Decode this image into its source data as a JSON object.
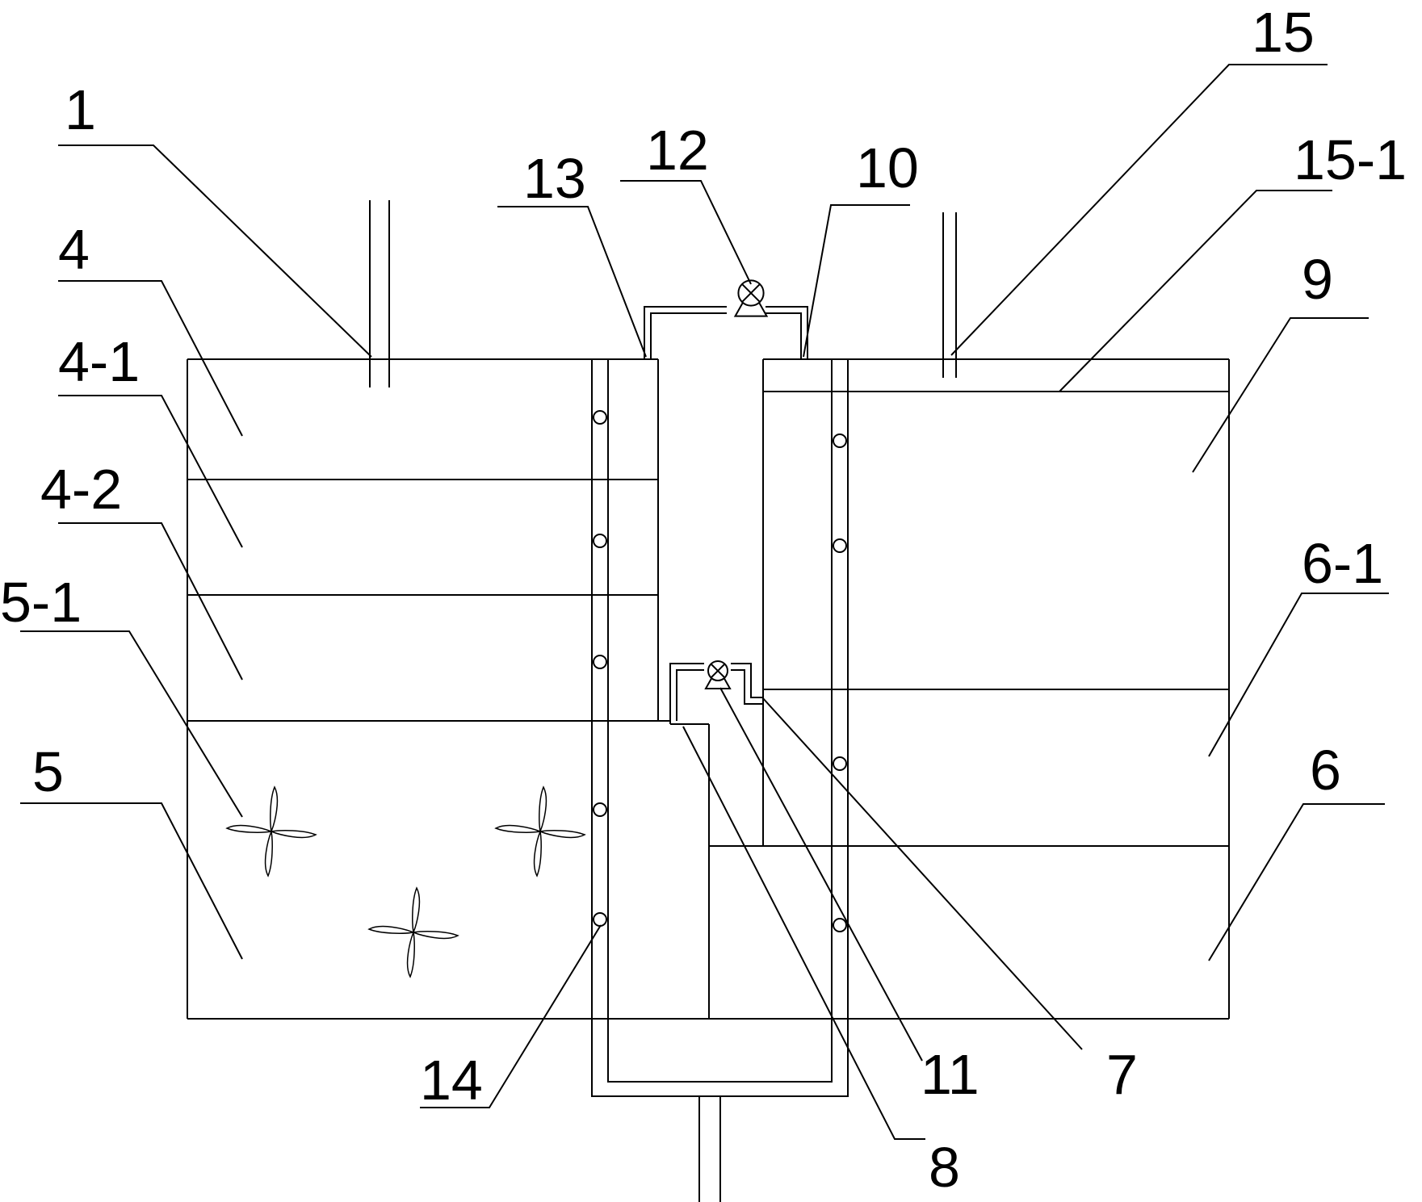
{
  "labels": {
    "l1": "1",
    "l4": "4",
    "l4_1": "4-1",
    "l4_2": "4-2",
    "l5_1": "5-1",
    "l5": "5",
    "l13": "13",
    "l12": "12",
    "l10": "10",
    "l15": "15",
    "l15_1": "15-1",
    "l9": "9",
    "l6_1": "6-1",
    "l6": "6",
    "l14": "14",
    "l8": "8",
    "l11": "11",
    "l7": "7"
  },
  "colors": {
    "line": "#000000",
    "background": "#ffffff"
  },
  "icons": {
    "pump": "pump-icon",
    "impeller": "impeller-icon",
    "aerator": "aeration-hole-icon"
  }
}
